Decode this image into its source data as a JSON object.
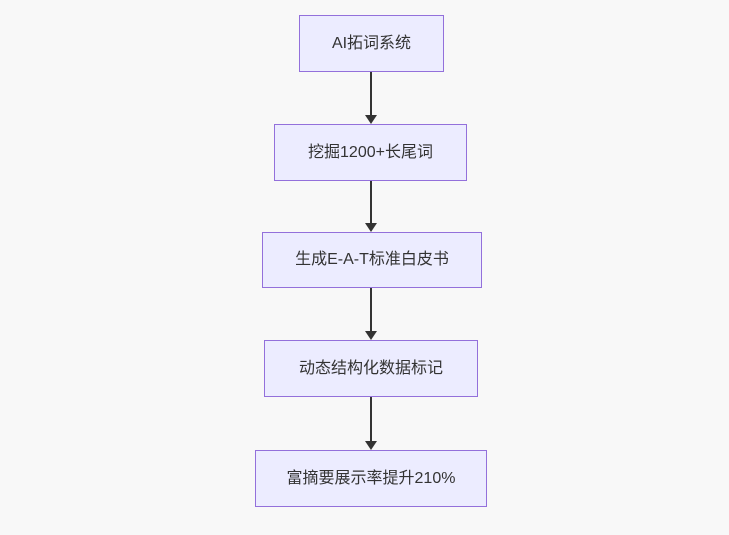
{
  "diagram": {
    "background_color": "#f8f8f8",
    "node_fill_color": "#ECECFF",
    "node_border_color": "#9370DB",
    "arrow_color": "#333333",
    "text_color": "#333333",
    "nodes": [
      {
        "label": "AI拓词系统"
      },
      {
        "label": "挖掘1200+长尾词"
      },
      {
        "label": "生成E-A-T标准白皮书"
      },
      {
        "label": "动态结构化数据标记"
      },
      {
        "label": "富摘要展示率提升210%"
      }
    ]
  }
}
